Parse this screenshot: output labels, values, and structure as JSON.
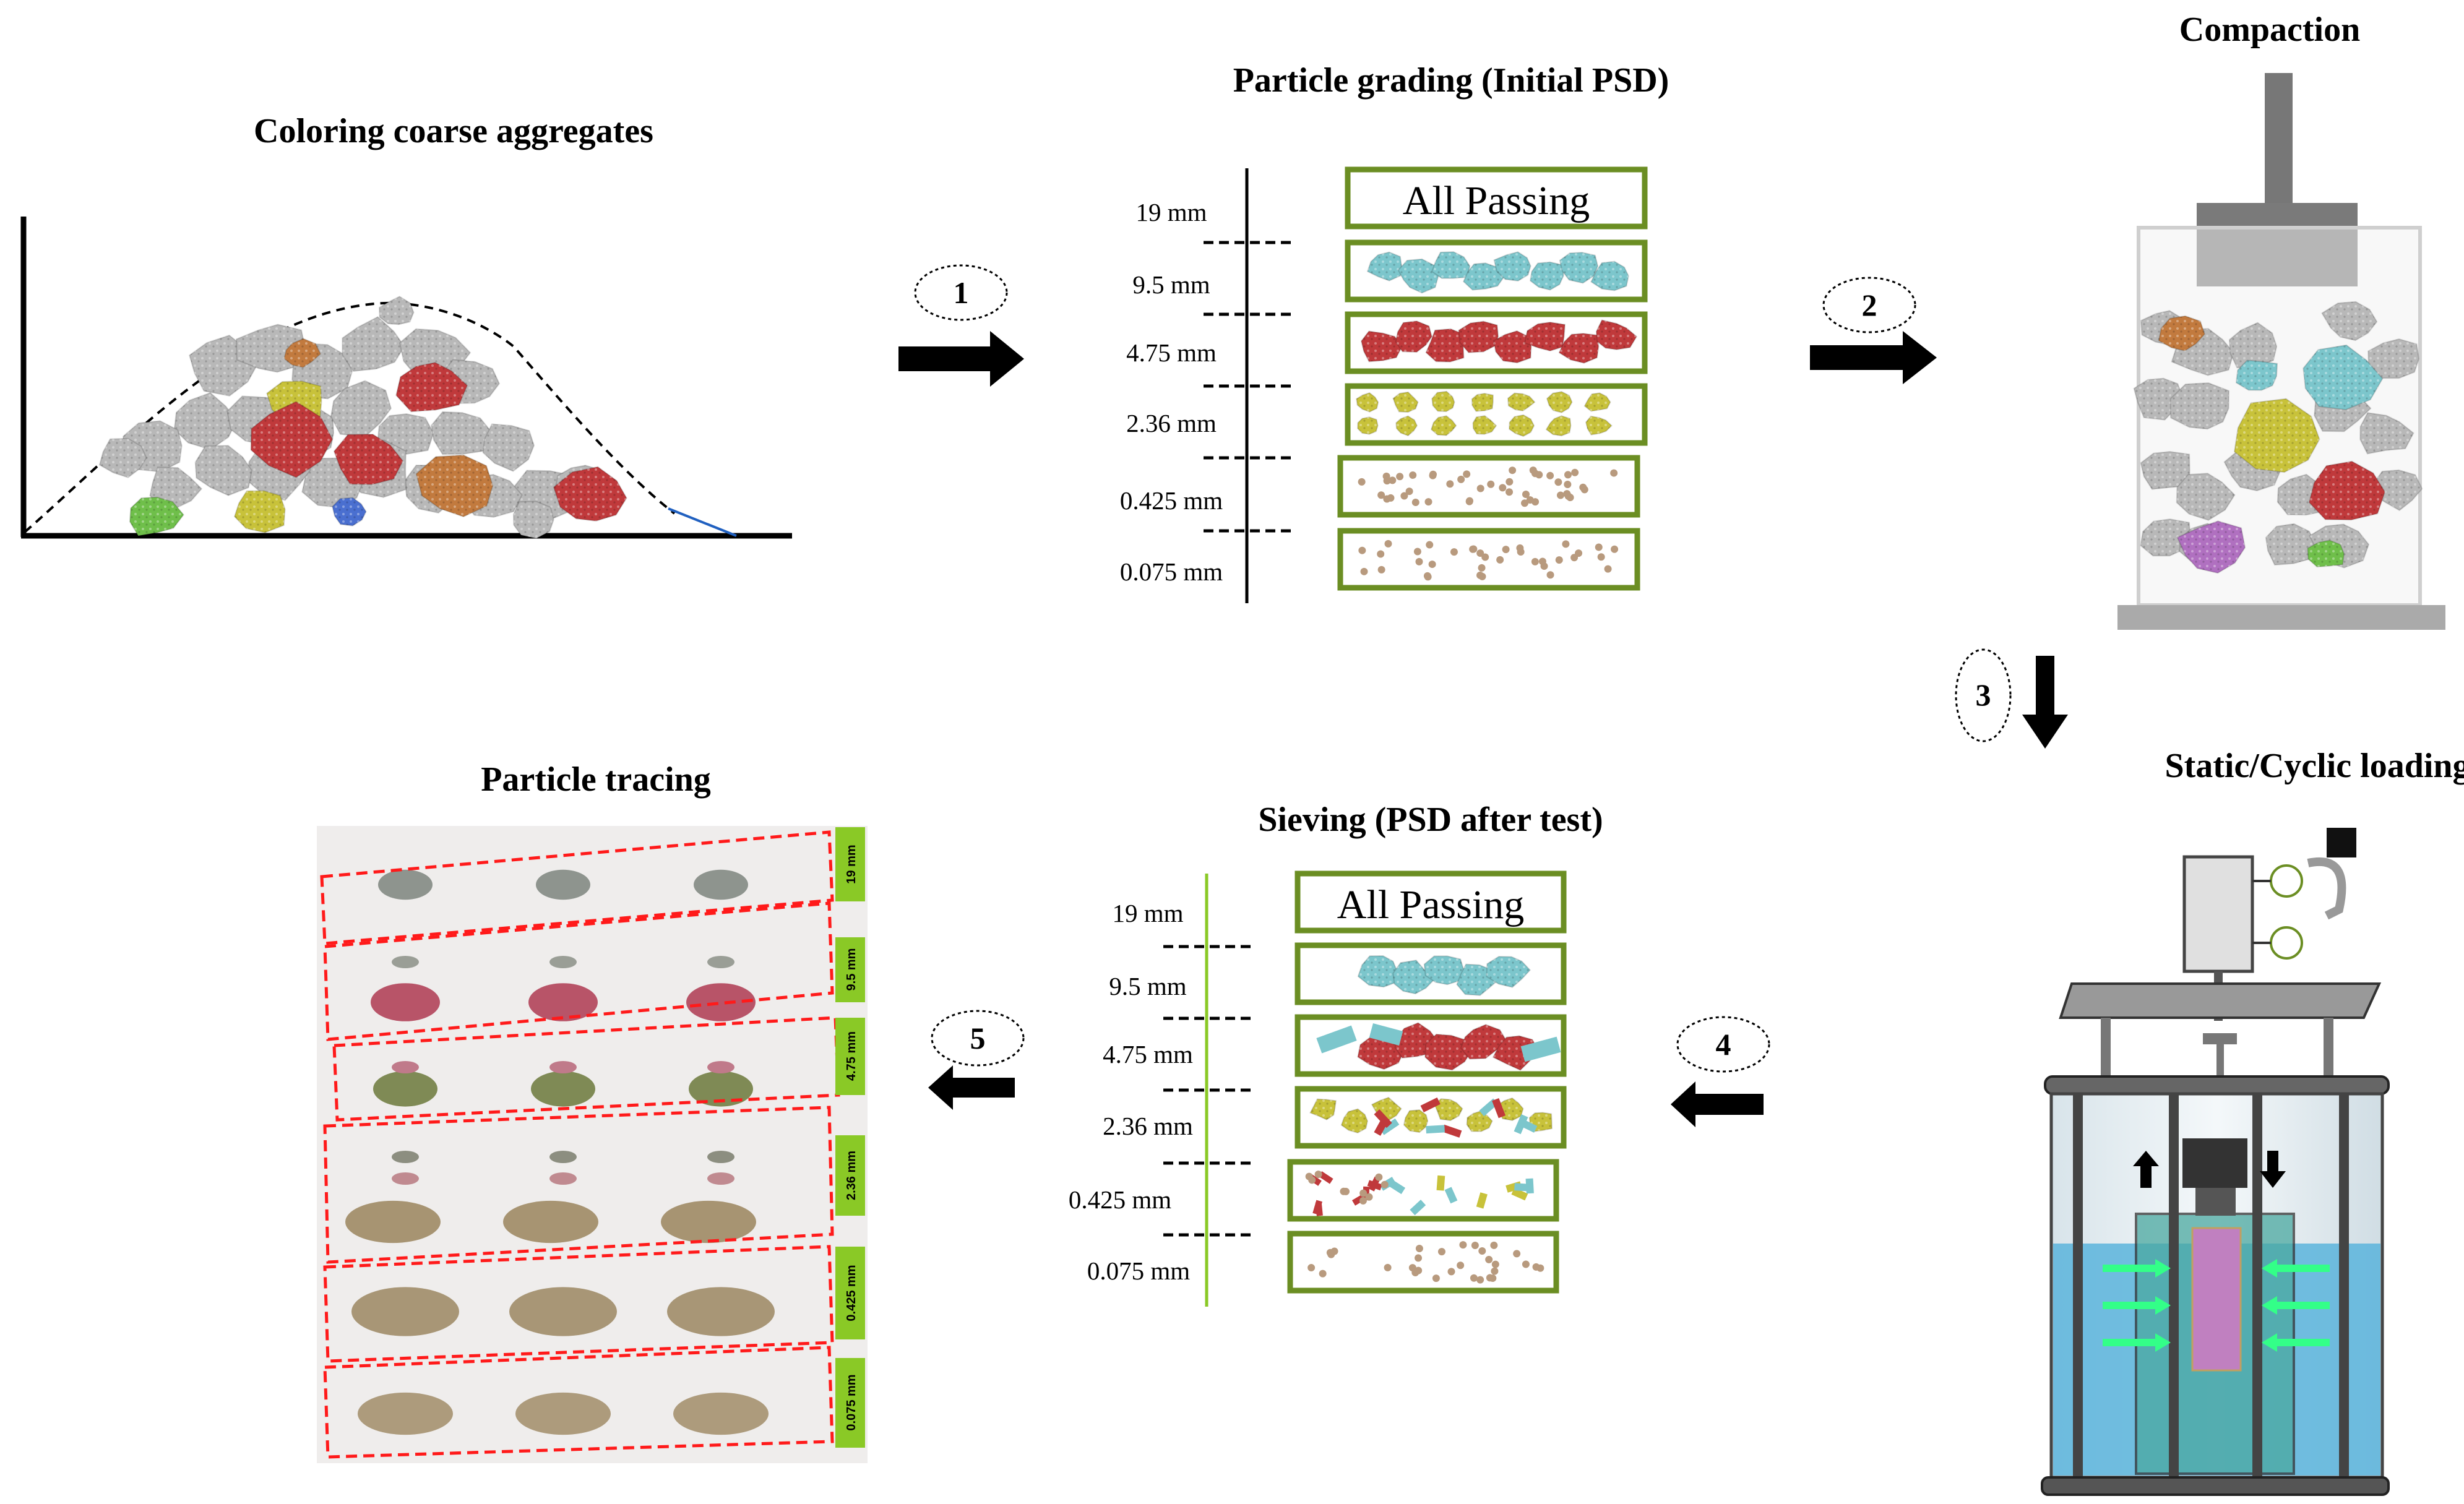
{
  "titles": {
    "coloring": "Coloring coarse aggregates",
    "grading": "Particle grading (Initial PSD)",
    "compaction": "Compaction",
    "loading": "Static/Cyclic loading",
    "sieving": "Sieving (PSD after test)",
    "tracing": "Particle tracing"
  },
  "steps": [
    "1",
    "2",
    "3",
    "4",
    "5"
  ],
  "initial_psd": {
    "sieve_sizes": [
      "19 mm",
      "9.5 mm",
      "4.75 mm",
      "2.36 mm",
      "0.425 mm",
      "0.075 mm"
    ],
    "all_passing": "All Passing"
  },
  "after_psd": {
    "sieve_sizes": [
      "19 mm",
      "9.5 mm",
      "4.75 mm",
      "2.36 mm",
      "0.425 mm",
      "0.075 mm"
    ],
    "all_passing": "All Passing"
  },
  "photo_tags": [
    "19 mm",
    "9.5 mm",
    "4.75 mm",
    "2.36 mm",
    "0.425 mm",
    "0.075 mm"
  ],
  "colors": {
    "grey_aggregate": "#b8b8b8",
    "red": "#c0393b",
    "cyan": "#7cc6cc",
    "yellow": "#c8c23a",
    "fines": "#b89a7e",
    "green_frame": "#6b8e23",
    "orange": "#c27a3e",
    "green_agg": "#6fbf4a",
    "blue_agg": "#4a6fd0",
    "purple_agg": "#b070c0",
    "water": "#5ab4dc",
    "specimen": "#c080c0",
    "arrow_green": "#33ff88",
    "tag_green": "#8ac926",
    "dash_red": "#ff1a1a"
  }
}
